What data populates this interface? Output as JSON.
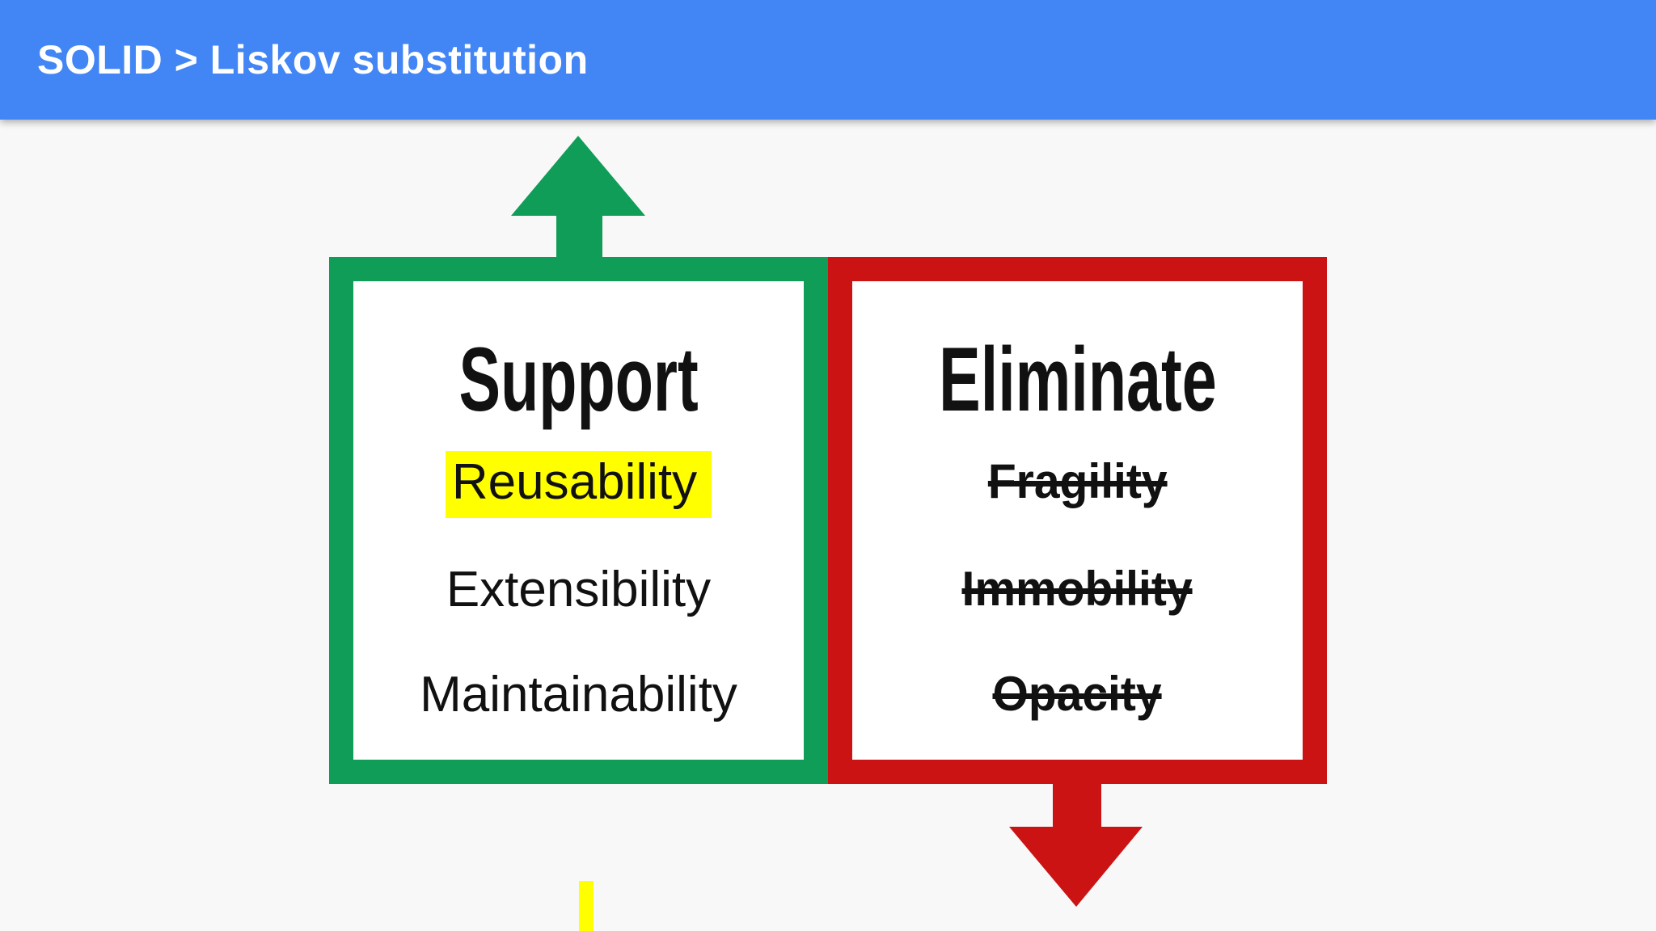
{
  "header": {
    "title": "SOLID > Liskov substitution"
  },
  "panels": {
    "support": {
      "heading": "Support",
      "items": [
        "Reusability",
        "Extensibility",
        "Maintainability"
      ],
      "highlighted_item": "Reusability"
    },
    "eliminate": {
      "heading": "Eliminate",
      "items": [
        "Fragility",
        "Immobility",
        "Opacity"
      ],
      "items_struck_through": true
    }
  },
  "colors": {
    "header_blue": "#4285f4",
    "support_green": "#109d58",
    "eliminate_red": "#cc1314",
    "highlight_yellow": "#ffff00",
    "background": "#f8f8f8",
    "text": "#111111"
  }
}
